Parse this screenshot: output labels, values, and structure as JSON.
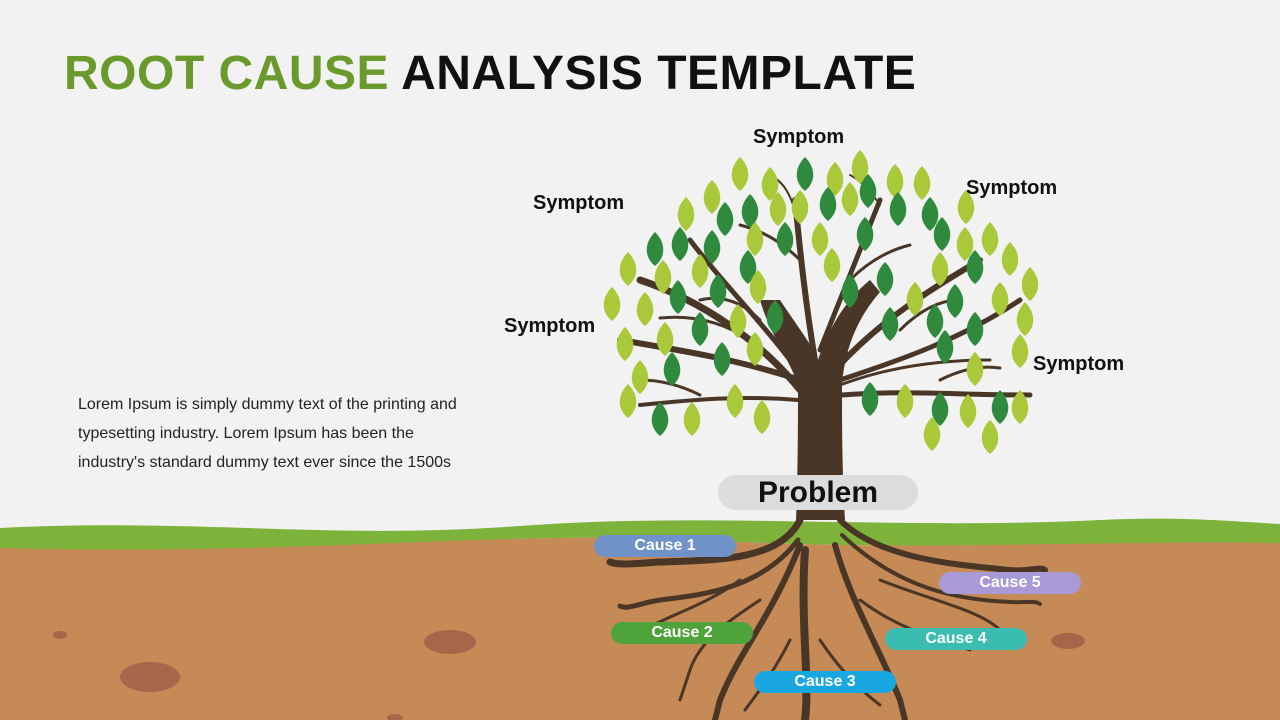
{
  "title": {
    "accent": "ROOT CAUSE",
    "rest": "ANALYSIS TEMPLATE"
  },
  "description": "Lorem Ipsum is simply dummy text of the printing and typesetting industry. Lorem Ipsum has been the industry's standard dummy text ever since the 1500s",
  "symptoms": [
    "Symptom",
    "Symptom",
    "Symptom",
    "Symptom",
    "Symptom"
  ],
  "problem": "Problem",
  "causes": [
    {
      "label": "Cause 1",
      "color": "#6f93c8"
    },
    {
      "label": "Cause 2",
      "color": "#4ea43a"
    },
    {
      "label": "Cause 3",
      "color": "#1aa7e0"
    },
    {
      "label": "Cause 4",
      "color": "#3bbcb0"
    },
    {
      "label": "Cause 5",
      "color": "#a79ad6"
    }
  ],
  "colors": {
    "title_accent": "#6a9a2b",
    "grass": "#7db33a",
    "soil": "#c58a55",
    "trunk": "#4a3626",
    "leaf_light": "#a9c93a",
    "leaf_dark": "#2f8a3e"
  }
}
